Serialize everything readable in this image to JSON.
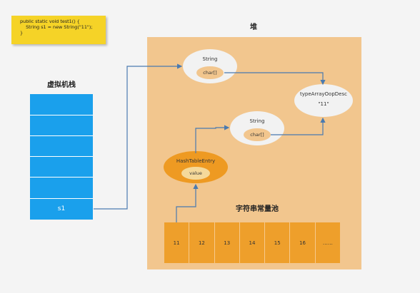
{
  "code": {
    "lines": [
      "public static void test1() {",
      "    String s1 = new String(\"11\");",
      "}"
    ]
  },
  "stack": {
    "title": "虚拟机栈",
    "s1_label": "s1"
  },
  "heap": {
    "title": "堆",
    "string_obj_top": {
      "title": "String",
      "field": "char[]"
    },
    "string_obj_mid": {
      "title": "String",
      "field": "char[]"
    },
    "type_array": {
      "title": "typeArrayOopDesc",
      "value": "\"11\""
    },
    "hash_entry": {
      "title": "HashTableEntry",
      "field": "value"
    },
    "pool": {
      "title": "字符串常量池",
      "cells": [
        "11",
        "12",
        "13",
        "14",
        "15",
        "16",
        "……"
      ]
    }
  },
  "colors": {
    "code_bg": "#f5d327",
    "heap_bg": "#f2c68e",
    "stack_bg": "#1aa0ec",
    "pool_bg": "#ee9f2b",
    "arrow": "#4a7ab0"
  }
}
